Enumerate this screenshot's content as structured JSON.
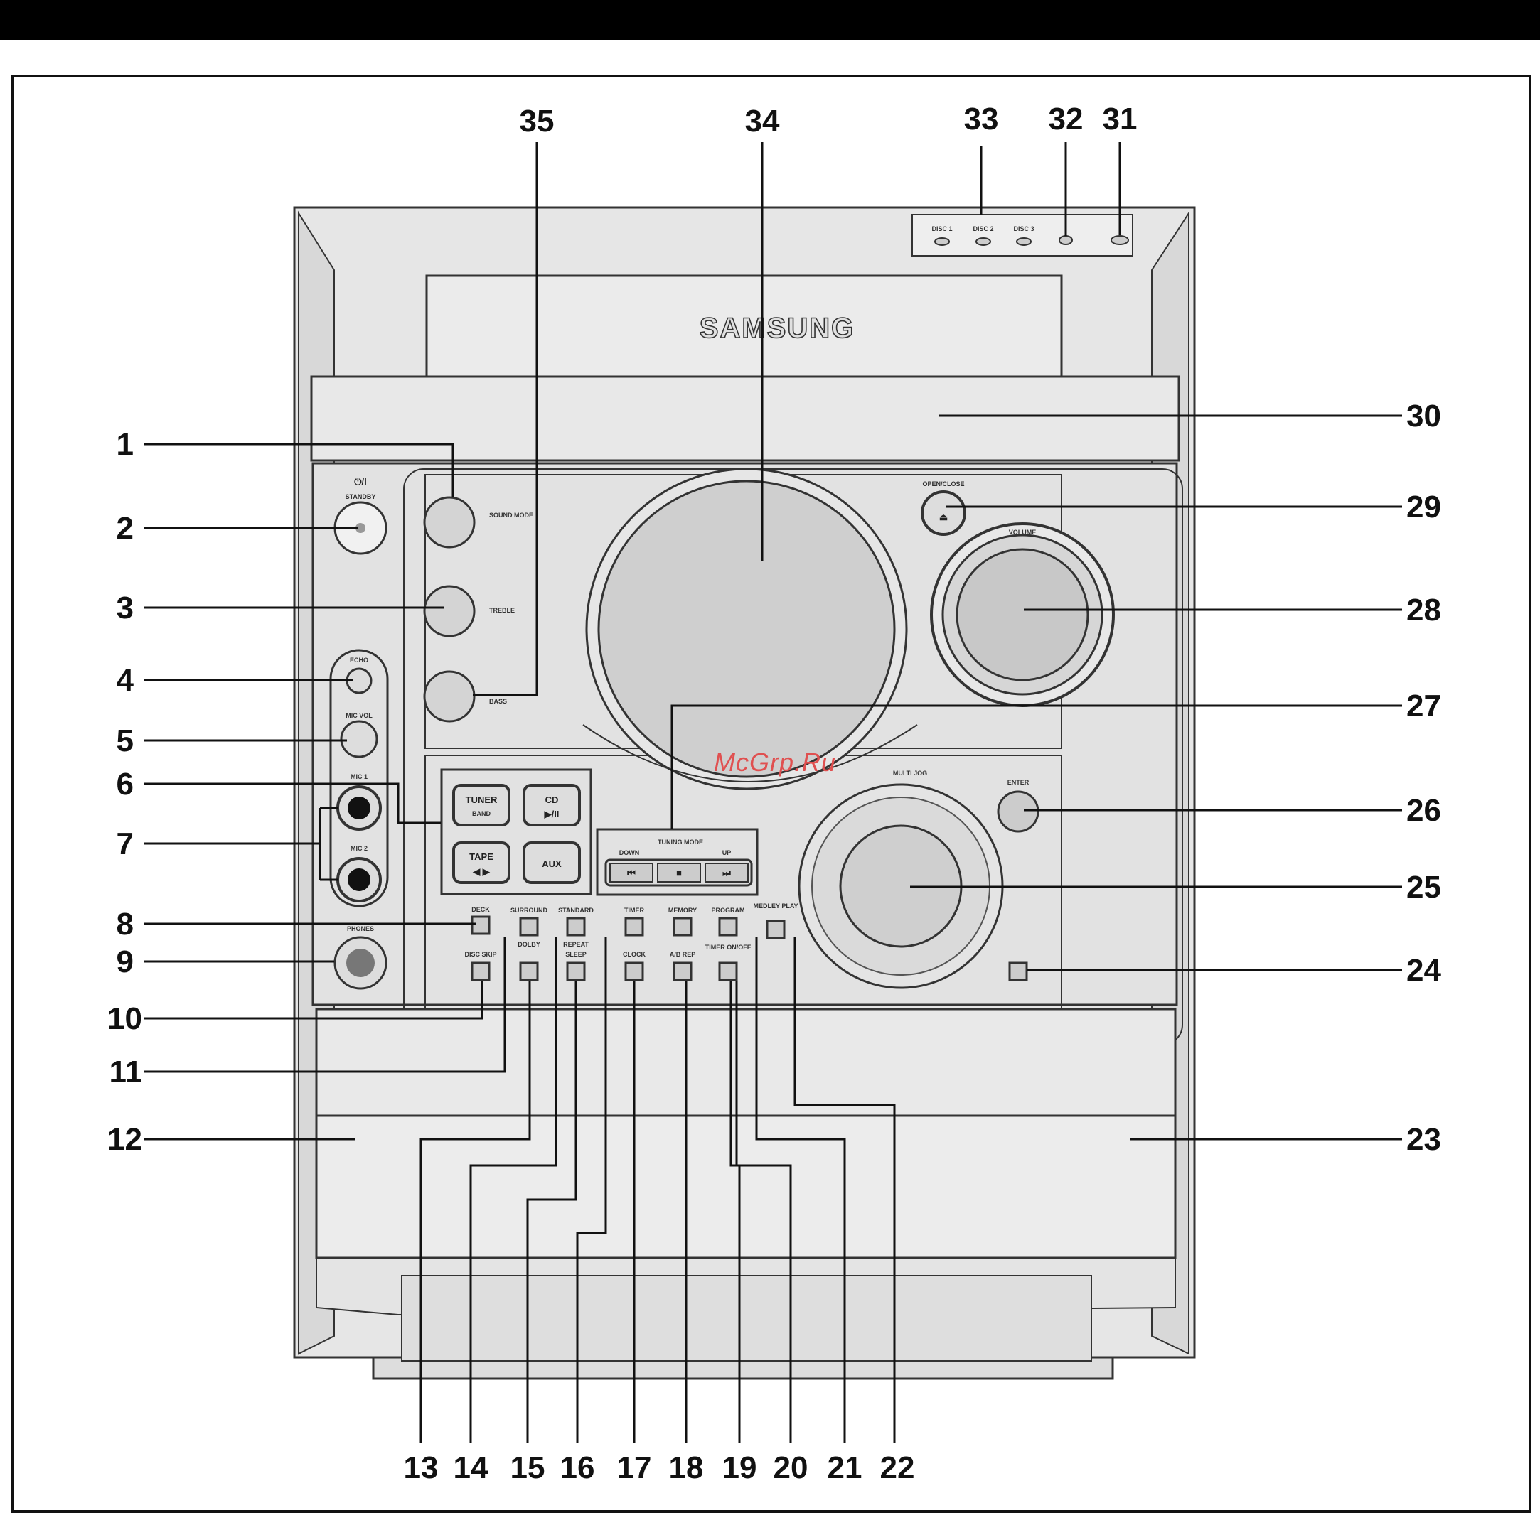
{
  "brand": "SAMSUNG",
  "watermark": "McGrp.Ru",
  "callouts": [
    "1",
    "2",
    "3",
    "4",
    "5",
    "6",
    "7",
    "8",
    "9",
    "10",
    "11",
    "12",
    "13",
    "14",
    "15",
    "16",
    "17",
    "18",
    "19",
    "20",
    "21",
    "22",
    "23",
    "24",
    "25",
    "26",
    "27",
    "28",
    "29",
    "30",
    "31",
    "32",
    "33",
    "34",
    "35"
  ],
  "panel": {
    "standby": "STANDBY",
    "sound_mode": "SOUND MODE",
    "treble": "TREBLE",
    "bass": "BASS",
    "echo": "ECHO",
    "mic_vol": "MIC VOL",
    "mic1": "MIC 1",
    "mic2": "MIC 2",
    "phones": "PHONES",
    "tuner": "TUNER",
    "band": "BAND",
    "cd": "CD",
    "tape": "TAPE",
    "aux": "AUX",
    "down": "DOWN",
    "up": "UP",
    "tuning_mode": "TUNING MODE",
    "deck": "DECK",
    "surround": "SURROUND",
    "standard": "STANDARD",
    "repeat": "REPEAT",
    "memory": "MEMORY",
    "program": "PROGRAM",
    "medley_play": "MEDLEY PLAY",
    "dolby": "DOLBY",
    "timer": "TIMER",
    "sleep": "SLEEP",
    "clock": "CLOCK",
    "ab_rep": "A/B REP",
    "timer_onoff": "TIMER ON/OFF",
    "disc_skip": "DISC SKIP",
    "open_close": "OPEN/CLOSE",
    "volume": "VOLUME",
    "multi_jog": "MULTI JOG",
    "enter": "ENTER",
    "disc1": "DISC 1",
    "disc2": "DISC 2",
    "disc3": "DISC 3"
  }
}
